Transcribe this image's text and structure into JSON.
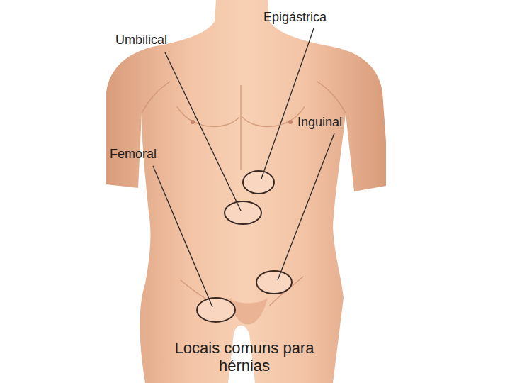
{
  "diagram": {
    "caption": "Locais comuns para hérnias",
    "labels": [
      "Epigástrica",
      "Umbilical",
      "Inguinal",
      "Femoral"
    ]
  }
}
